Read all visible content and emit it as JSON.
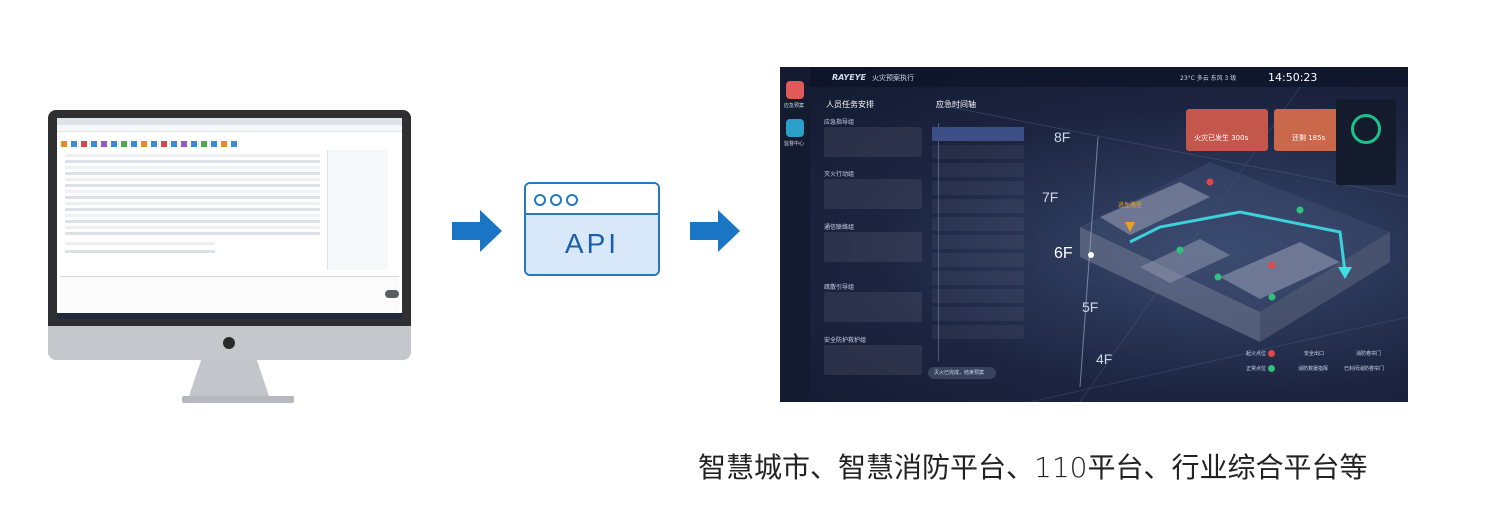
{
  "api_box": {
    "label": "API"
  },
  "caption": "智慧城市、智慧消防平台、110平台、行业综合平台等",
  "colors": {
    "arrow": "#1a75c4",
    "api_border": "#2677c9",
    "api_fill": "#d8e8f8"
  },
  "dashboard": {
    "app_title": "火灾预案执行",
    "brand": "RAYEYE",
    "weather": "23°C 多云 东风 3 级",
    "clock": "14:50:23",
    "sidebar": [
      "应急预案",
      "监督中心"
    ],
    "section_tasks": "人员任务安排",
    "section_timeline": "应急时间轴",
    "task_groups": [
      "应急指导组",
      "灭火行动组",
      "通信联络组",
      "疏散引导组",
      "安全防护救护组"
    ],
    "alert_fire": "火灾已发生 300s",
    "alert_left": "还剩 185s",
    "floors": [
      "8F",
      "7F",
      "6F",
      "5F",
      "4F"
    ],
    "route_label": "逃生路径",
    "end_button": "灭火已完成，结束预案",
    "legend": [
      "起火点位",
      "安全出口",
      "消防卷帘门",
      "正常点位",
      "消防救援指挥",
      "已封闭消防卷帘门"
    ]
  }
}
